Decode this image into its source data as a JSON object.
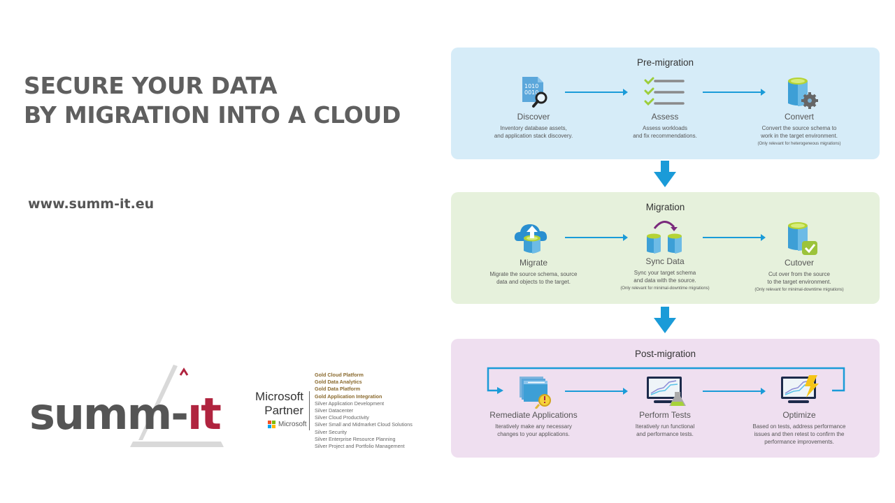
{
  "headline": {
    "line1": "SECURE YOUR DATA",
    "line2": "BY MIGRATION INTO A CLOUD"
  },
  "website": "www.summ-it.eu",
  "logo": {
    "part1": "summ-",
    "part2": "ıt",
    "accent_color": "#b0243f"
  },
  "microsoft": {
    "partner_line1": "Microsoft",
    "partner_line2": "Partner",
    "brand": "Microsoft",
    "competencies": [
      {
        "level": "gold",
        "text": "Gold Cloud Platform"
      },
      {
        "level": "gold",
        "text": "Gold Data Analytics"
      },
      {
        "level": "gold",
        "text": "Gold Data Platform"
      },
      {
        "level": "gold",
        "text": "Gold Application Integration"
      },
      {
        "level": "silver",
        "text": "Silver Application Development"
      },
      {
        "level": "silver",
        "text": "Silver Datacenter"
      },
      {
        "level": "silver",
        "text": "Silver Cloud Productivity"
      },
      {
        "level": "silver",
        "text": "Silver Small and Midmarket Cloud Solutions"
      },
      {
        "level": "silver",
        "text": "Silver Security"
      },
      {
        "level": "silver",
        "text": "Silver Enterprise Resource Planning"
      },
      {
        "level": "silver",
        "text": "Silver Project and Portfolio Management"
      }
    ]
  },
  "colors": {
    "pre_bg": "#d6ecf8",
    "mig_bg": "#e6f1dc",
    "post_bg": "#efdff0",
    "arrow": "#1a9bd8",
    "db_blue": "#3d9fd6",
    "db_green": "#b5d334"
  },
  "phases": [
    {
      "title": "Pre-migration",
      "steps": [
        {
          "icon": "document-search-icon",
          "label": "Discover",
          "desc1": "Inventory database assets,",
          "desc2": "and application stack discovery.",
          "note": ""
        },
        {
          "icon": "checklist-icon",
          "label": "Assess",
          "desc1": "Assess workloads",
          "desc2": "and fix recommendations.",
          "note": ""
        },
        {
          "icon": "database-gear-icon",
          "label": "Convert",
          "desc1": "Convert the source schema to",
          "desc2": "work in the target environment.",
          "note": "(Only relevant for heterogeneous migrations)"
        }
      ]
    },
    {
      "title": "Migration",
      "steps": [
        {
          "icon": "cloud-upload-database-icon",
          "label": "Migrate",
          "desc1": "Migrate the source schema, source",
          "desc2": "data and objects to the target.",
          "note": ""
        },
        {
          "icon": "database-sync-icon",
          "label": "Sync Data",
          "desc1": "Sync your target schema",
          "desc2": "and data with the source.",
          "note": "(Only relevant for minimal-downtime migrations)"
        },
        {
          "icon": "database-check-icon",
          "label": "Cutover",
          "desc1": "Cut over from the source",
          "desc2": "to the target environment.",
          "note": "(Only relevant for minimal-downtime migrations)"
        }
      ]
    },
    {
      "title": "Post-migration",
      "steps": [
        {
          "icon": "application-warning-icon",
          "label": "Remediate Applications",
          "desc1": "Iteratively make any necessary",
          "desc2": "changes to your applications.",
          "desc3": ""
        },
        {
          "icon": "monitor-flask-icon",
          "label": "Perform Tests",
          "desc1": "Iteratively run functional",
          "desc2": "and performance tests.",
          "desc3": ""
        },
        {
          "icon": "monitor-lightning-icon",
          "label": "Optimize",
          "desc1": "Based on tests, address performance",
          "desc2": "issues and then retest to confirm the",
          "desc3": "performance improvements."
        }
      ]
    }
  ]
}
